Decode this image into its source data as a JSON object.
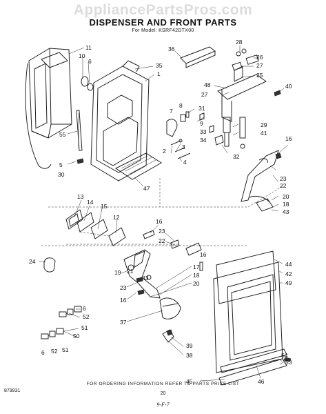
{
  "watermark": "AppliancePartsPros.com",
  "title": "DISPENSER AND FRONT PARTS",
  "model": "For Model: KSRF42DTX00",
  "footer_note": "FOR ORDERING INFORMATION REFER TO PARTS PRICE LIST",
  "corner_code": "879931",
  "page_number": "20",
  "date_code": "9-F-7",
  "callouts": [
    {
      "id": "c11a",
      "label": "11"
    },
    {
      "id": "c10",
      "label": "10"
    },
    {
      "id": "c6a",
      "label": "6"
    },
    {
      "id": "c55",
      "label": "55"
    },
    {
      "id": "c5",
      "label": "5"
    },
    {
      "id": "c30",
      "label": "30"
    },
    {
      "id": "c35",
      "label": "35"
    },
    {
      "id": "c1",
      "label": "1"
    },
    {
      "id": "c36",
      "label": "36"
    },
    {
      "id": "c28",
      "label": "28"
    },
    {
      "id": "c26",
      "label": "26"
    },
    {
      "id": "c27a",
      "label": "27"
    },
    {
      "id": "c25",
      "label": "25"
    },
    {
      "id": "c48",
      "label": "48"
    },
    {
      "id": "c27b",
      "label": "27"
    },
    {
      "id": "c40",
      "label": "40"
    },
    {
      "id": "c8",
      "label": "8"
    },
    {
      "id": "c31",
      "label": "31"
    },
    {
      "id": "c7",
      "label": "7"
    },
    {
      "id": "c9",
      "label": "9"
    },
    {
      "id": "c33",
      "label": "33"
    },
    {
      "id": "c34",
      "label": "34"
    },
    {
      "id": "c29",
      "label": "29"
    },
    {
      "id": "c41",
      "label": "41"
    },
    {
      "id": "c16a",
      "label": "16"
    },
    {
      "id": "c2",
      "label": "2"
    },
    {
      "id": "c3",
      "label": "3"
    },
    {
      "id": "c4",
      "label": "4"
    },
    {
      "id": "c32",
      "label": "32"
    },
    {
      "id": "c23a",
      "label": "23"
    },
    {
      "id": "c22a",
      "label": "22"
    },
    {
      "id": "c47",
      "label": "47"
    },
    {
      "id": "c20a",
      "label": "20"
    },
    {
      "id": "c18a",
      "label": "18"
    },
    {
      "id": "c43a",
      "label": "43"
    },
    {
      "id": "c13",
      "label": "13"
    },
    {
      "id": "c14",
      "label": "14"
    },
    {
      "id": "c15",
      "label": "15"
    },
    {
      "id": "c12",
      "label": "12"
    },
    {
      "id": "c16b",
      "label": "16"
    },
    {
      "id": "c23b",
      "label": "23"
    },
    {
      "id": "c22b",
      "label": "22"
    },
    {
      "id": "c24",
      "label": "24"
    },
    {
      "id": "c19",
      "label": "19"
    },
    {
      "id": "c21",
      "label": "21"
    },
    {
      "id": "c16c",
      "label": "16"
    },
    {
      "id": "c17",
      "label": "17"
    },
    {
      "id": "c18b",
      "label": "18"
    },
    {
      "id": "c43b",
      "label": "43"
    },
    {
      "id": "c20b",
      "label": "20"
    },
    {
      "id": "c23c",
      "label": "23"
    },
    {
      "id": "c16d",
      "label": "16"
    },
    {
      "id": "c37",
      "label": "37"
    },
    {
      "id": "c44",
      "label": "44"
    },
    {
      "id": "c42",
      "label": "42"
    },
    {
      "id": "c49",
      "label": "49"
    },
    {
      "id": "c53",
      "label": "53"
    },
    {
      "id": "c6b",
      "label": "6"
    },
    {
      "id": "c52a",
      "label": "52"
    },
    {
      "id": "c51a",
      "label": "51"
    },
    {
      "id": "c50",
      "label": "50"
    },
    {
      "id": "c6c",
      "label": "6"
    },
    {
      "id": "c52b",
      "label": "52"
    },
    {
      "id": "c51b",
      "label": "51"
    },
    {
      "id": "c39",
      "label": "39"
    },
    {
      "id": "c38",
      "label": "38"
    },
    {
      "id": "c45",
      "label": "45"
    },
    {
      "id": "c46",
      "label": "46"
    },
    {
      "id": "c54",
      "label": "54"
    }
  ]
}
